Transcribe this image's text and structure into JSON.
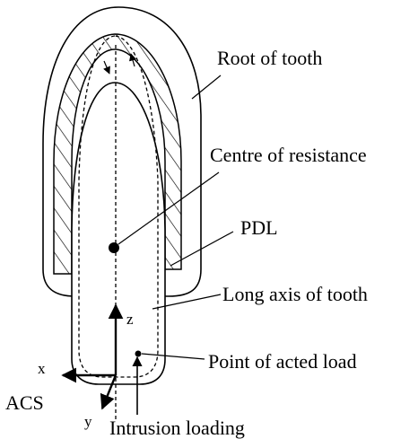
{
  "labels": {
    "root_of_tooth": "Root of tooth",
    "centre_of_resistance": "Centre of resistance",
    "pdl": "PDL",
    "long_axis": "Long axis of tooth",
    "z_axis": "z",
    "point_of_load": "Point of acted load",
    "x_axis": "x",
    "acs": "ACS",
    "y_axis": "y",
    "intrusion_loading": "Intrusion loading"
  }
}
